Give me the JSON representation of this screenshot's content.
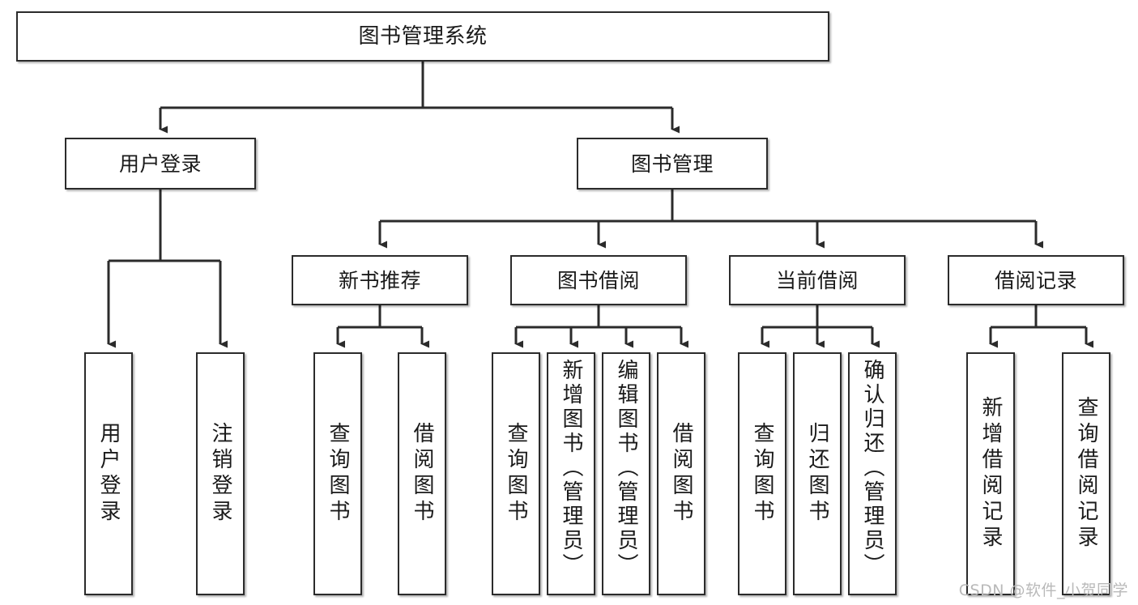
{
  "diagram": {
    "type": "tree",
    "title": "图书管理系统",
    "orientation": "top-down",
    "colors": {
      "box_border": "#2b2b2b",
      "box_fill": "#ffffff",
      "edge": "#2b2b2b",
      "background": "#ffffff",
      "watermark": "#b9b9b9"
    },
    "watermark": "CSDN @软件_小贺同学"
  },
  "nodes": {
    "root": {
      "label": "图书管理系统"
    },
    "level2": [
      {
        "id": "user-login",
        "label": "用户登录"
      },
      {
        "id": "book-manage",
        "label": "图书管理"
      }
    ],
    "level3": [
      {
        "id": "new-book-recommend",
        "label": "新书推荐"
      },
      {
        "id": "book-borrow",
        "label": "图书借阅"
      },
      {
        "id": "current-borrow",
        "label": "当前借阅"
      },
      {
        "id": "borrow-record",
        "label": "借阅记录"
      }
    ],
    "leaves": {
      "user-login": [
        {
          "id": "leaf-user-login",
          "label": "用户登录"
        },
        {
          "id": "leaf-logout-login",
          "label": "注销登录"
        }
      ],
      "new-book-recommend": [
        {
          "id": "leaf-query-book-1",
          "label": "查询图书"
        },
        {
          "id": "leaf-borrow-book-1",
          "label": "借阅图书"
        }
      ],
      "book-borrow": [
        {
          "id": "leaf-query-book-2",
          "label": "查询图书"
        },
        {
          "id": "leaf-add-book",
          "label": "新增图书（管理员）"
        },
        {
          "id": "leaf-edit-book",
          "label": "编辑图书（管理员）"
        },
        {
          "id": "leaf-borrow-book-2",
          "label": "借阅图书"
        }
      ],
      "current-borrow": [
        {
          "id": "leaf-query-book-3",
          "label": "查询图书"
        },
        {
          "id": "leaf-return-book",
          "label": "归还图书"
        },
        {
          "id": "leaf-confirm-return",
          "label": "确认归还（管理员）"
        }
      ],
      "borrow-record": [
        {
          "id": "leaf-add-record",
          "label": "新增借阅记录"
        },
        {
          "id": "leaf-query-record",
          "label": "查询借阅记录"
        }
      ]
    }
  }
}
